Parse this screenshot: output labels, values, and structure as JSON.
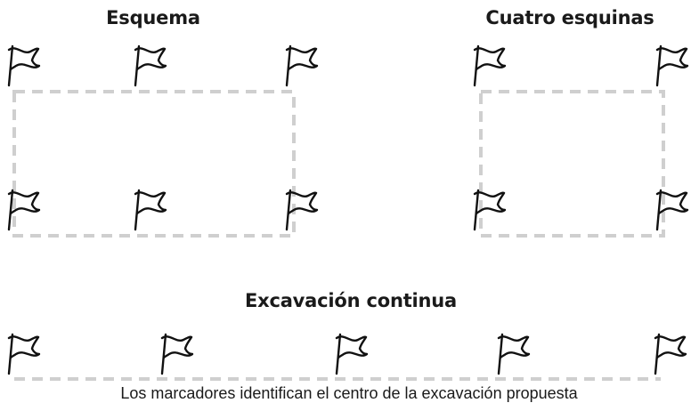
{
  "headings": {
    "outline": "Esquema",
    "four_corners": "Cuatro esquinas",
    "continuous": "Excavación continua"
  },
  "caption": "Los marcadores identifican el centro de la excavación propuesta",
  "icons": {
    "marker": "flag-icon"
  },
  "colors": {
    "dashed_line": "#cfcfcf",
    "flag": "#111111",
    "text": "#1a1a1a"
  }
}
